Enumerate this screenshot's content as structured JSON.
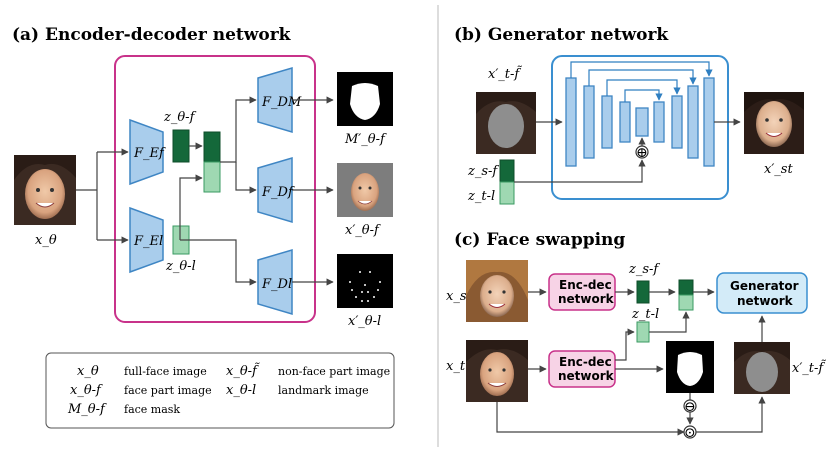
{
  "sections": {
    "a_title": "(a) Encoder-decoder network",
    "b_title": "(b) Generator network",
    "c_title": "(c) Face swapping"
  },
  "a": {
    "input_label": "x_θ",
    "enc_f": "F_Ef",
    "enc_l": "F_El",
    "dec_m": "F_DM",
    "dec_f": "F_Df",
    "dec_l": "F_Dl",
    "z_f": "z_θ-f",
    "z_l": "z_θ-l",
    "out_mask": "M′_θ-f",
    "out_face": "x′_θ-f",
    "out_landmark": "x′_θ-l"
  },
  "legend": [
    {
      "sym": "x_θ",
      "desc": "full-face image"
    },
    {
      "sym": "x_θ-f̃",
      "desc": "non-face part image"
    },
    {
      "sym": "x_θ-f",
      "desc": "face part image"
    },
    {
      "sym": "x_θ-l",
      "desc": "landmark image"
    },
    {
      "sym": "M_θ-f",
      "desc": "face mask"
    }
  ],
  "b": {
    "input_label": "x′_t-f̃",
    "z_top": "z_s-f",
    "z_bot": "z_t-l",
    "output_label": "x′_st",
    "plus": "⊕"
  },
  "c": {
    "xs": "x_s",
    "xt": "x_t",
    "encdec1": [
      "Enc-dec",
      "network"
    ],
    "encdec2": [
      "Enc-dec",
      "network"
    ],
    "generator": [
      "Generator",
      "network"
    ],
    "z_sf": "z_s-f",
    "z_tl": "z_t-l",
    "out_label": "x′_t-f̃",
    "minus": "⊖",
    "dot": "⊙"
  },
  "colors": {
    "magenta": "#c8328a",
    "blue": "#3a8fd0",
    "trap_fill": "#a9cdec",
    "trap_stroke": "#3f86c4",
    "dark_green": "#14683a",
    "light_green": "#9fd8b2",
    "pink_fill": "#f7d3e6",
    "lightblue_fill": "#d3ebf8"
  }
}
